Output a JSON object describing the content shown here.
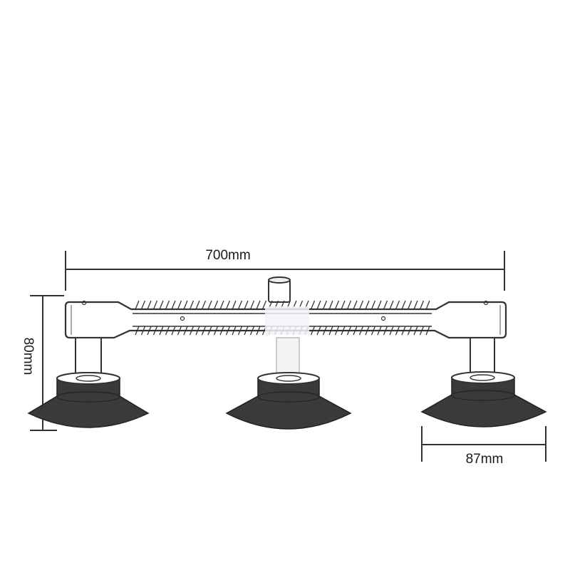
{
  "dimensions": {
    "overall_length": "700mm",
    "height": "80mm",
    "cup_diameter": "87mm"
  },
  "colors": {
    "line": "#333333",
    "bar_fill": "#ffffff",
    "cup_fill": "#3a3a3a",
    "background": "#ffffff"
  },
  "parts": {
    "bar": "handle-bar",
    "knob": "center-knob",
    "cups": [
      "left-suction-cup",
      "center-suction-cup",
      "right-suction-cup"
    ]
  }
}
